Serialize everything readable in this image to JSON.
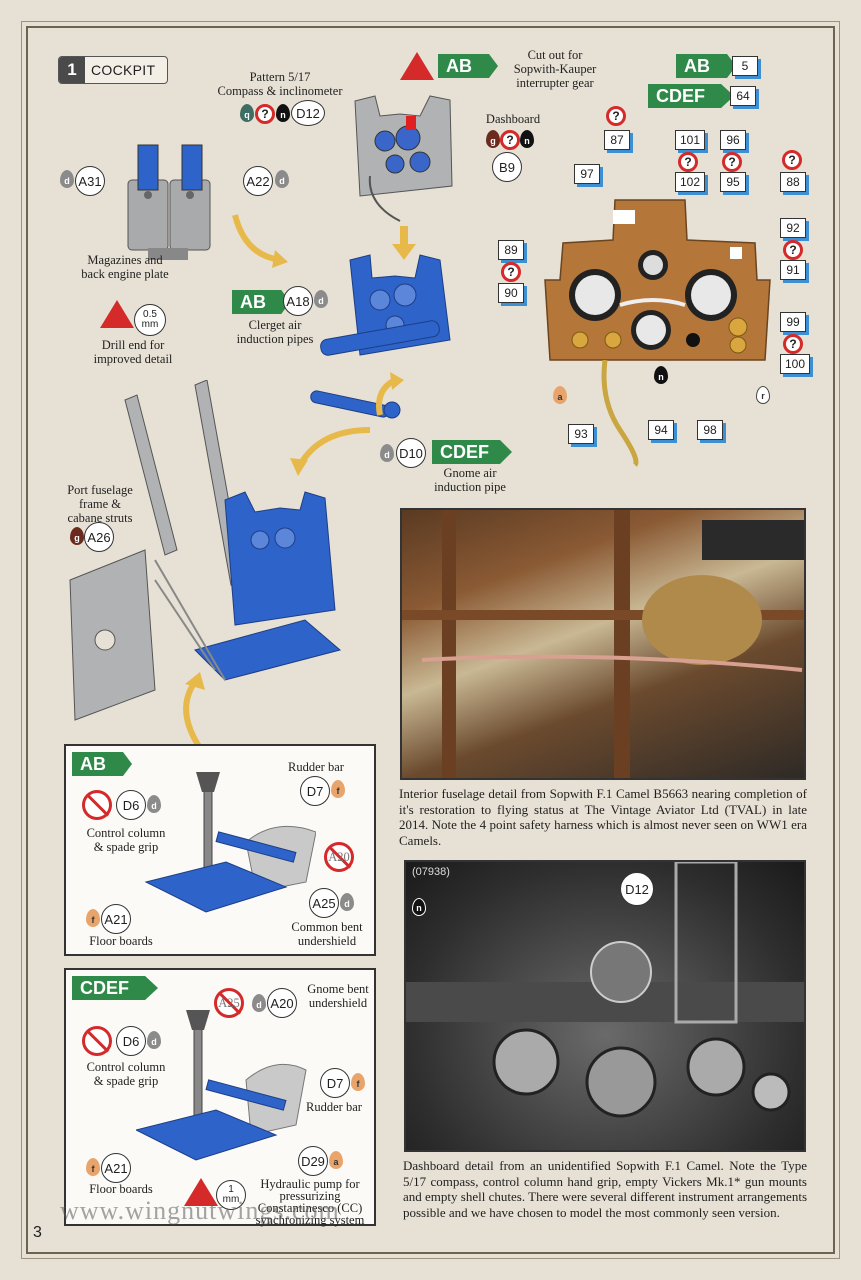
{
  "page": {
    "number": "3",
    "url": "www.wingnutwings.com"
  },
  "section": {
    "number": "1",
    "title": "COCKPIT"
  },
  "labels": {
    "pattern": "Pattern 5/17\nCompass & inclinometer",
    "cutout": "Cut out for\nSopwith-Kauper\ninterrupter gear",
    "dashboard": "Dashboard",
    "magazines": "Magazines and\nback engine plate",
    "clerget": "Clerget air\ninduction pipes",
    "drill": "Drill end for\nimproved detail",
    "gnome": "Gnome air\ninduction pipe",
    "port_frame": "Port fuselage\nframe &\ncabane struts"
  },
  "tags": {
    "ab": "AB",
    "cdef": "CDEF"
  },
  "parts": {
    "d12": "D12",
    "b9": "B9",
    "a31": "A31",
    "a22": "A22",
    "a18": "A18",
    "d10": "D10",
    "a26": "A26",
    "drill_size": "0.5\nmm"
  },
  "paints": {
    "q": "q",
    "n": "n",
    "g": "g",
    "d": "d",
    "f": "f",
    "a": "a",
    "r": "r",
    "qm": "?"
  },
  "instrument_numbers": {
    "n5": "5",
    "n64": "64",
    "n87": "87",
    "n101": "101",
    "n96": "96",
    "n97": "97",
    "n102": "102",
    "n95": "95",
    "n88": "88",
    "n92": "92",
    "n89": "89",
    "n91": "91",
    "n90": "90",
    "n99": "99",
    "n100": "100",
    "n93": "93",
    "n94": "94",
    "n98": "98"
  },
  "inset_ab": {
    "tag": "AB",
    "rudder": "Rudder bar",
    "d7": "D7",
    "d6": "D6",
    "control": "Control column\n& spade grip",
    "a20": "A20",
    "a25": "A25",
    "undershield": "Common bent\nundershield",
    "a21": "A21",
    "floor": "Floor boards"
  },
  "inset_cdef": {
    "tag": "CDEF",
    "a25": "A25",
    "a20": "A20",
    "gnome_shield": "Gnome bent\nundershield",
    "d6": "D6",
    "control": "Control column\n& spade grip",
    "d7": "D7",
    "rudder": "Rudder bar",
    "a21": "A21",
    "floor": "Floor boards",
    "d29": "D29",
    "pump": "Hydraulic pump for\npressurizing\nConstantinesco (CC)\nsynchronizing system",
    "drill_size": "1\nmm"
  },
  "photo1": {
    "caption": "Interior fuselage detail from Sopwith F.1 Camel B5663 nearing completion of it's restoration to flying status at The Vintage Aviator Ltd (TVAL) in late 2014. Note the 4 point safety harness which is almost never seen on WW1 era Camels."
  },
  "photo2": {
    "code": "(07938)",
    "d12": "D12",
    "paint": "n",
    "caption": "Dashboard detail from an unidentified Sopwith F.1 Camel. Note the Type 5/17 compass, control column hand grip, empty Vickers Mk.1* gun mounts and empty shell chutes. There were several different instrument arrangements possible and we have chosen to model the most commonly seen version."
  },
  "colors": {
    "accent_green": "#2f8a4a",
    "part_blue": "#2e63c9",
    "warn_red": "#d42a2a",
    "box_shadow_blue": "#3d8fd1"
  }
}
